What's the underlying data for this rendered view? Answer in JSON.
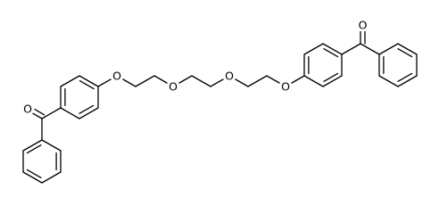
{
  "structure": {
    "kind": "skeletal-formula",
    "line_color": "#000000",
    "background": "#ffffff",
    "atom_labels": [
      "O",
      "O",
      "O",
      "O",
      "O",
      "O"
    ]
  }
}
